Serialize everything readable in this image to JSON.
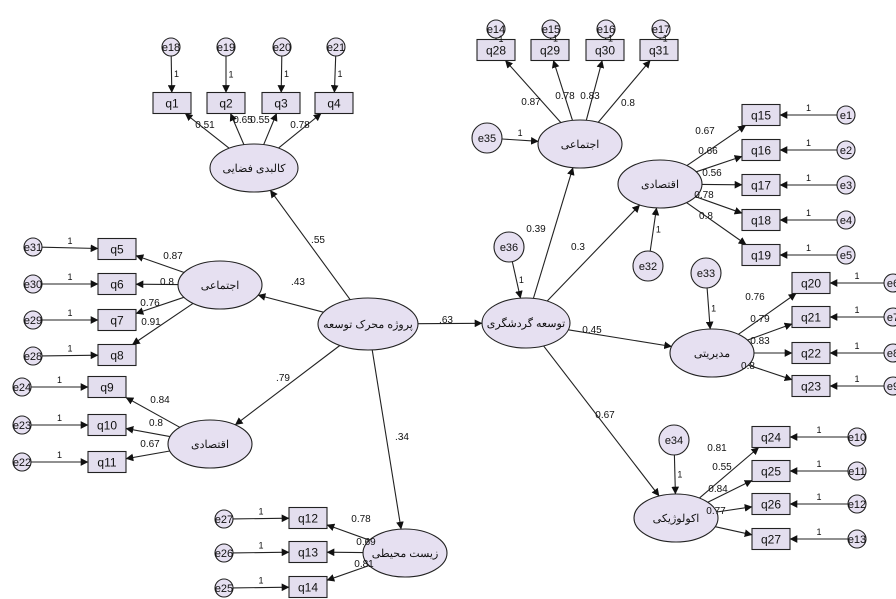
{
  "central": {
    "id": "L0",
    "label": "پروژه محرک توسعه"
  },
  "latents": [
    {
      "id": "L0",
      "label": "پروژه محرک توسعه"
    },
    {
      "id": "L1",
      "label": "توسعه گردشگری"
    },
    {
      "id": "L2",
      "label": "کالبدی فضایی"
    },
    {
      "id": "L3",
      "label": "اجتماعی"
    },
    {
      "id": "L4",
      "label": "اقتصادی"
    },
    {
      "id": "L5",
      "label": "زیست محیطی"
    },
    {
      "id": "L6",
      "label": "اجتماعی"
    },
    {
      "id": "L7",
      "label": "اقتصادی"
    },
    {
      "id": "L8",
      "label": "مدیریتی"
    },
    {
      "id": "L9",
      "label": "اکولوژیکی"
    }
  ],
  "observed": [
    "q1",
    "q2",
    "q3",
    "q4",
    "q5",
    "q6",
    "q7",
    "q8",
    "q9",
    "q10",
    "q11",
    "q12",
    "q13",
    "q14",
    "q15",
    "q16",
    "q17",
    "q18",
    "q19",
    "q20",
    "q21",
    "q22",
    "q23",
    "q24",
    "q25",
    "q26",
    "q27",
    "q28",
    "q29",
    "q30",
    "q31"
  ],
  "item_errors": [
    "e18",
    "e19",
    "e20",
    "e21",
    "e31",
    "e30",
    "e29",
    "e28",
    "e24",
    "e23",
    "e22",
    "e27",
    "e26",
    "e25",
    "e1",
    "e2",
    "e3",
    "e4",
    "e5",
    "e6",
    "e7",
    "e8",
    "e9",
    "e10",
    "e11",
    "e12",
    "e13",
    "e14",
    "e15",
    "e16",
    "e17"
  ],
  "latent_errors": [
    "e32",
    "e33",
    "e34",
    "e35",
    "e36"
  ],
  "structural_paths": [
    {
      "from": "پروژه محرک توسعه",
      "to": "کالبدی فضایی",
      "value": ".55"
    },
    {
      "from": "پروژه محرک توسعه",
      "to": "اجتماعی",
      "value": ".43"
    },
    {
      "from": "پروژه محرک توسعه",
      "to": "اقتصادی",
      "value": ".79"
    },
    {
      "from": "پروژه محرک توسعه",
      "to": "زیست محیطی",
      "value": ".34"
    },
    {
      "from": "پروژه محرک توسعه",
      "to": "توسعه گردشگری",
      "value": ".63"
    },
    {
      "from": "توسعه گردشگری",
      "to": "اجتماعی",
      "value": "0.39"
    },
    {
      "from": "توسعه گردشگری",
      "to": "اقتصادی",
      "value": "0.3"
    },
    {
      "from": "توسعه گردشگری",
      "to": "مدیریتی",
      "value": "0.45"
    },
    {
      "from": "توسعه گردشگری",
      "to": "اکولوژیکی",
      "value": "0.67"
    }
  ],
  "loadings": {
    "q1": "0.51",
    "q2": "0.65",
    "q3": "0.55",
    "q4": "0.78",
    "q5": "0.87",
    "q6": "0.8",
    "q7": "0.76",
    "q8": "0.91",
    "q9": "0.84",
    "q10": "0.8",
    "q11": "0.67",
    "q12": "0.78",
    "q13": "0.69",
    "q14": "0.81",
    "q15": "0.67",
    "q16": "0.66",
    "q17": "0.56",
    "q18": "0.78",
    "q19": "0.8",
    "q20": "0.76",
    "q21": "0.79",
    "q22": "0.83",
    "q23": "0.8",
    "q24": "0.81",
    "q25": "0.55",
    "q26": "0.84",
    "q27": "0.77",
    "q28": "0.87",
    "q29": "0.78",
    "q30": "0.83",
    "q31": "0.8"
  },
  "fixed_label": "1",
  "colors": {
    "node_fill": "#e6e0f1",
    "line": "#222222",
    "box_fill": "#e3deee"
  }
}
